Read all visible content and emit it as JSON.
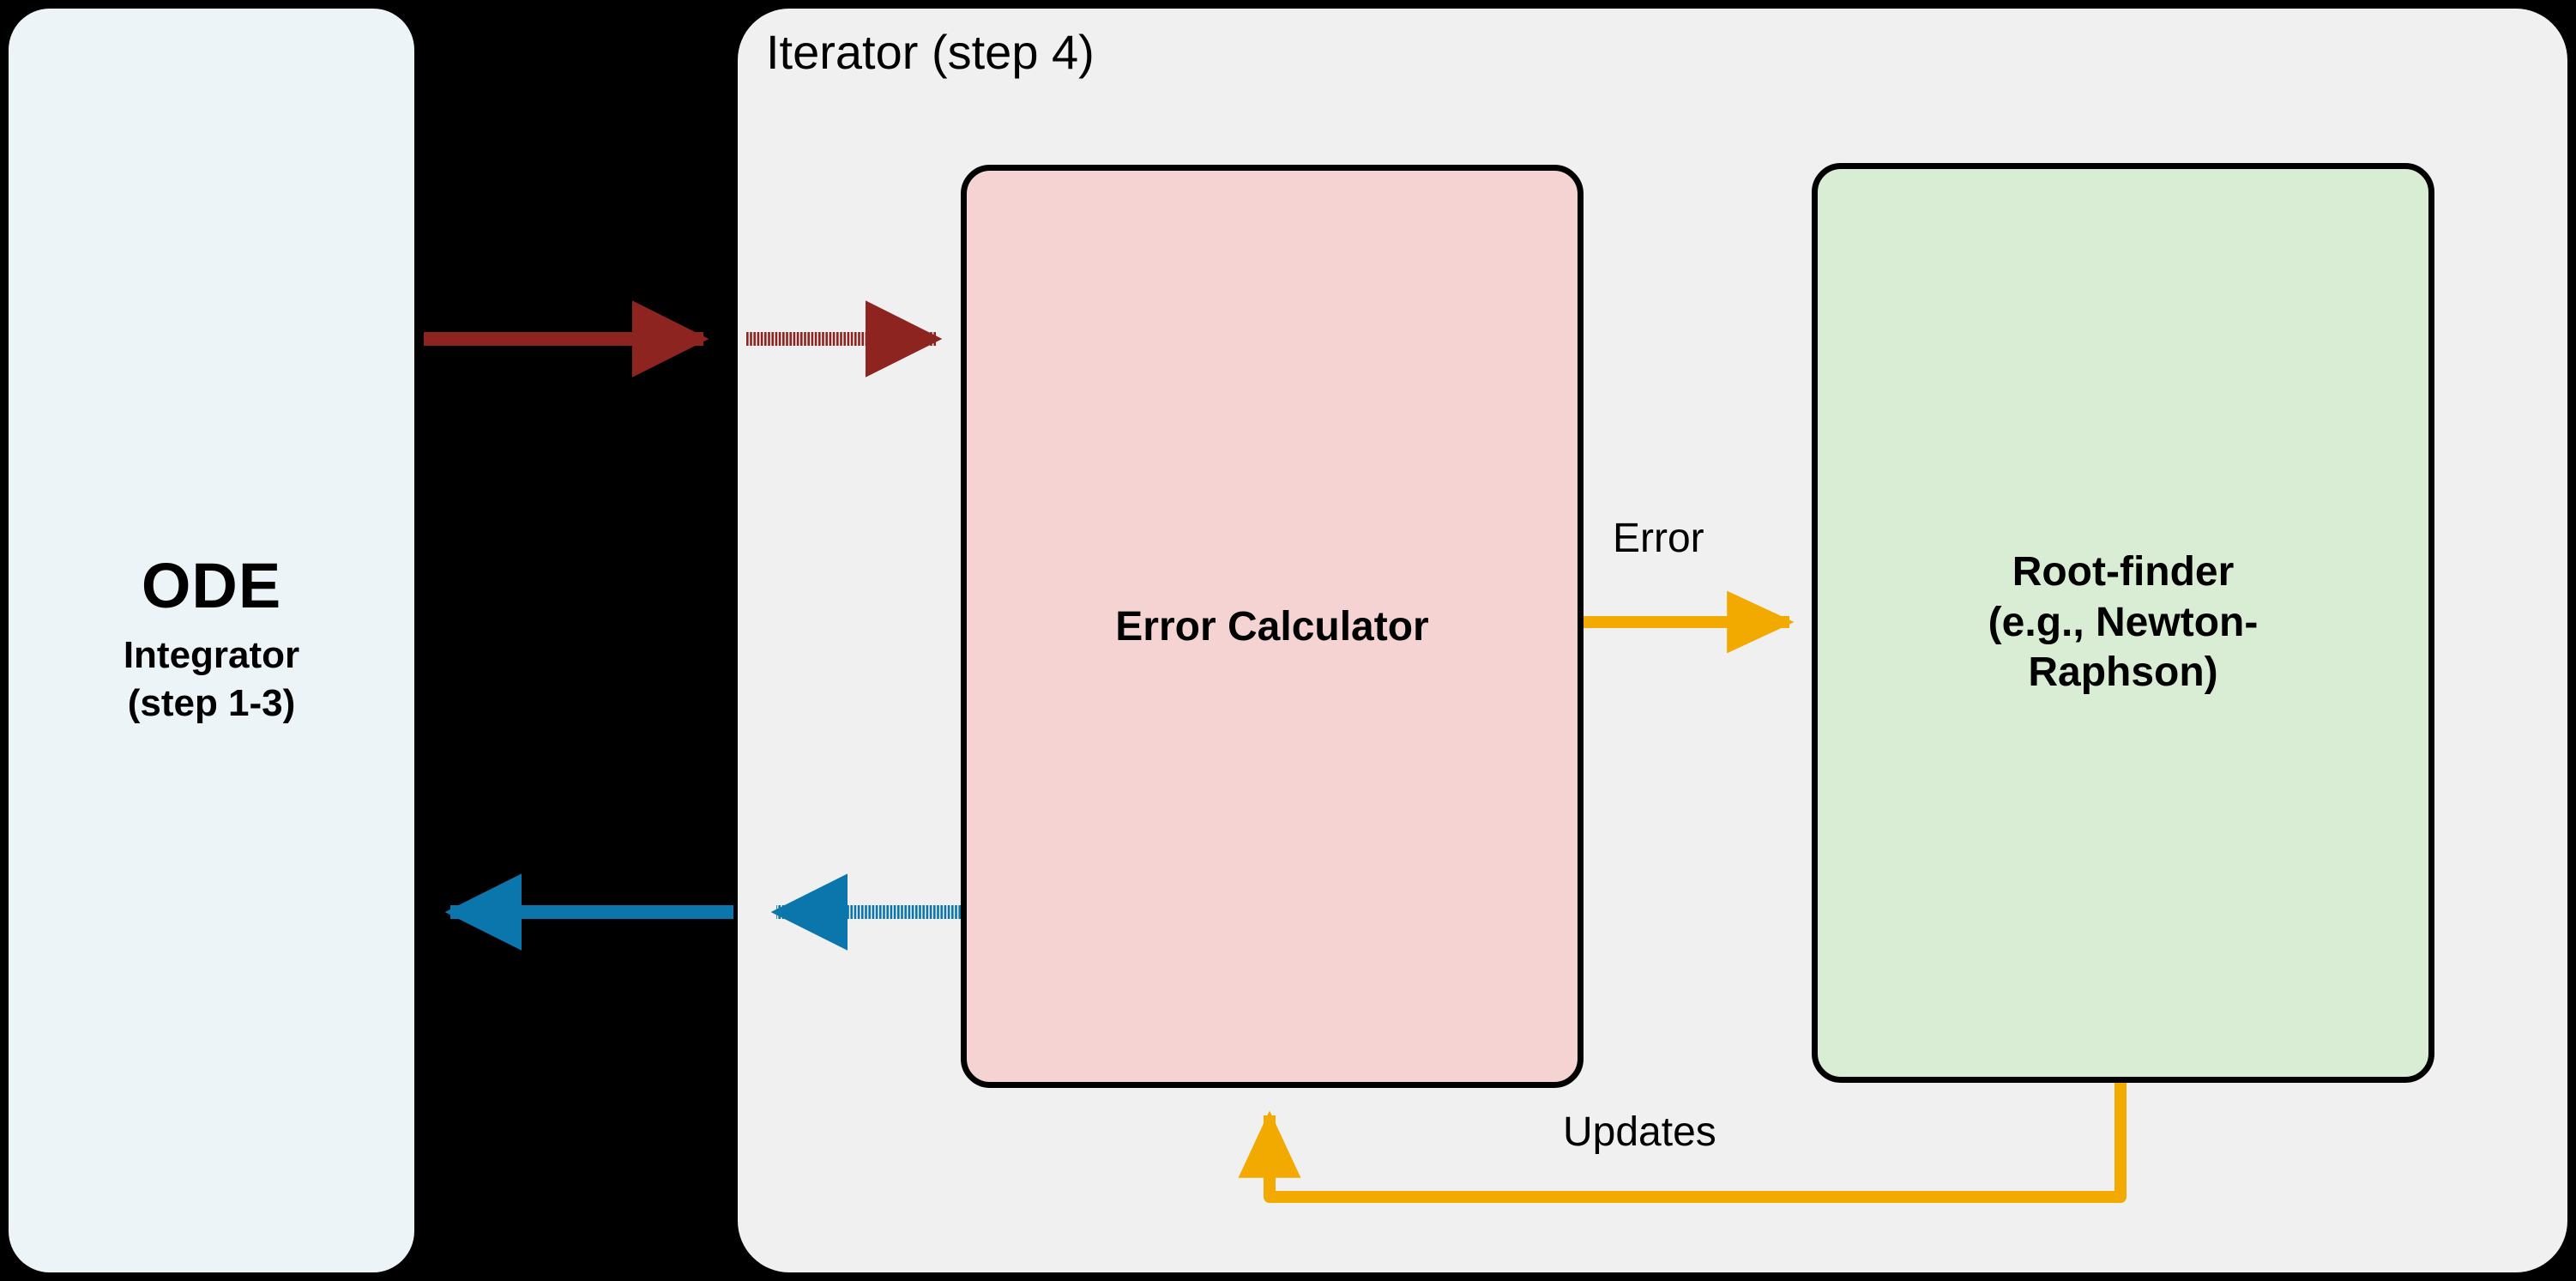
{
  "diagram": {
    "title": "ODE Integrator / Iterator block diagram",
    "background_color": "#000000"
  },
  "ode_block": {
    "title": "ODE",
    "subtitle_line1": "Integrator",
    "subtitle_line2": "(step 1-3)",
    "fill_color": "#ECF4F8"
  },
  "iterator_panel": {
    "title": "Iterator (step 4)",
    "fill_color": "#F0F0F0"
  },
  "error_calculator": {
    "label": "Error Calculator",
    "fill_color": "#F5D3D2",
    "border_color": "#000000"
  },
  "root_finder": {
    "label_line1": "Root-finder",
    "label_line2": "(e.g., Newton-",
    "label_line3": "Raphson)",
    "fill_color": "#D9EDD4",
    "border_color": "#000000"
  },
  "connectors": {
    "forward_arrow_color": "#8E2420",
    "return_arrow_color": "#0B76AC",
    "error_arrow_color": "#F2A900",
    "updates_arrow_color": "#F2A900",
    "error_label": "Error",
    "updates_label": "Updates"
  }
}
